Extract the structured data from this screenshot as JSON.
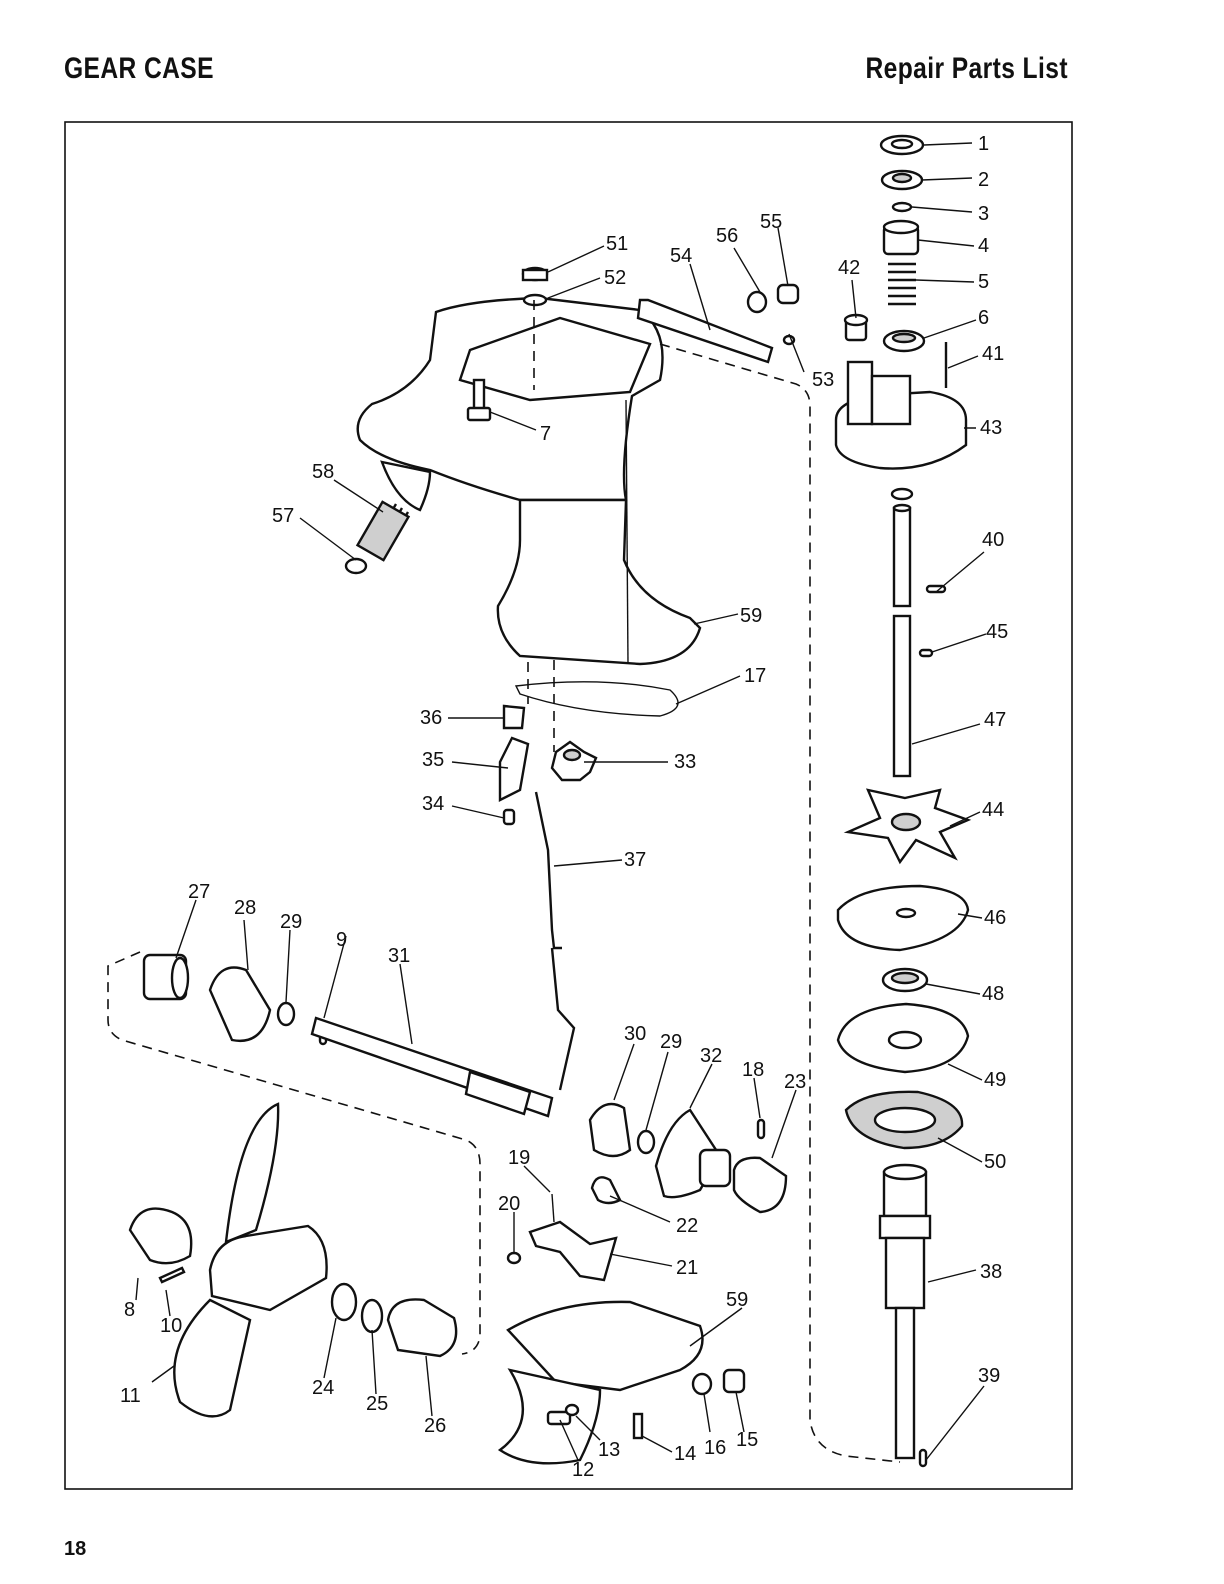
{
  "header": {
    "title_left": "GEAR CASE",
    "title_right": "Repair Parts List"
  },
  "footer": {
    "page_number": "18"
  },
  "callouts": [
    "1",
    "2",
    "3",
    "4",
    "5",
    "6",
    "7",
    "8",
    "9",
    "10",
    "11",
    "12",
    "13",
    "14",
    "15",
    "16",
    "17",
    "18",
    "19",
    "20",
    "21",
    "22",
    "23",
    "24",
    "25",
    "26",
    "27",
    "28",
    "29",
    "29",
    "30",
    "31",
    "32",
    "33",
    "34",
    "35",
    "36",
    "37",
    "38",
    "39",
    "40",
    "41",
    "42",
    "43",
    "44",
    "45",
    "46",
    "47",
    "48",
    "49",
    "50",
    "51",
    "52",
    "53",
    "54",
    "55",
    "56",
    "57",
    "58",
    "59",
    "59"
  ]
}
